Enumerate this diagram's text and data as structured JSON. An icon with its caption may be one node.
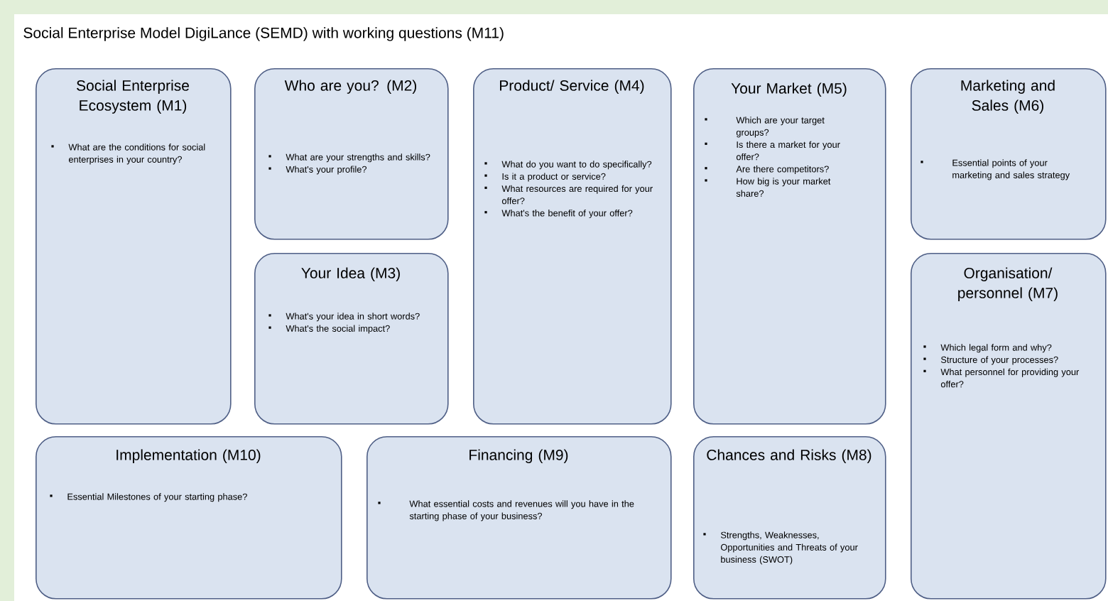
{
  "diagram": {
    "title": "Social Enterprise Model DigiLance (SEMD) with working questions (M11)",
    "nodes": [
      {
        "text": [
          "Social Enterprise Ecosystem (M1)",
          "What are the conditions for social enterprises in your country?"
        ]
      },
      {
        "text": [
          "Who are you? (M2)",
          "What are your strengths and skills?",
          "What's your profile?"
        ]
      },
      {
        "text": [
          "Your Idea (M3)",
          "What's your idea in short words?",
          "What's the social impact?"
        ]
      },
      {
        "text": [
          "Product/ Service (M4)",
          "What do you want to do specifically?",
          "Is it a product or service?",
          "What resources are required for your offer?",
          "What's the benefit of your offer?"
        ]
      },
      {
        "text": [
          "Your Market (M5)",
          "Which are your target groups?",
          "Is there a market for your offer?",
          "Are there competitors?",
          "How big is your market share?"
        ]
      },
      {
        "text": [
          "Marketing and Sales (M6)",
          "Essential points of your marketing and sales strategy"
        ]
      },
      {
        "text": [
          "Organisation/ personnel (M7)",
          "Which legal form and why?",
          "Structure of your processes?",
          "What personnel for providing your offer?"
        ]
      },
      {
        "text": [
          "Implementation (M10)",
          "Essential Milestones of your starting phase?"
        ]
      },
      {
        "text": [
          "Financing (M9)",
          "What essential costs and revenues will you have in the starting phase of your business?"
        ]
      },
      {
        "text": [
          "Chances and Risks (M8)",
          "Strengths, Weaknesses, Opportunities and Threats of your business (SWOT)"
        ]
      }
    ]
  }
}
